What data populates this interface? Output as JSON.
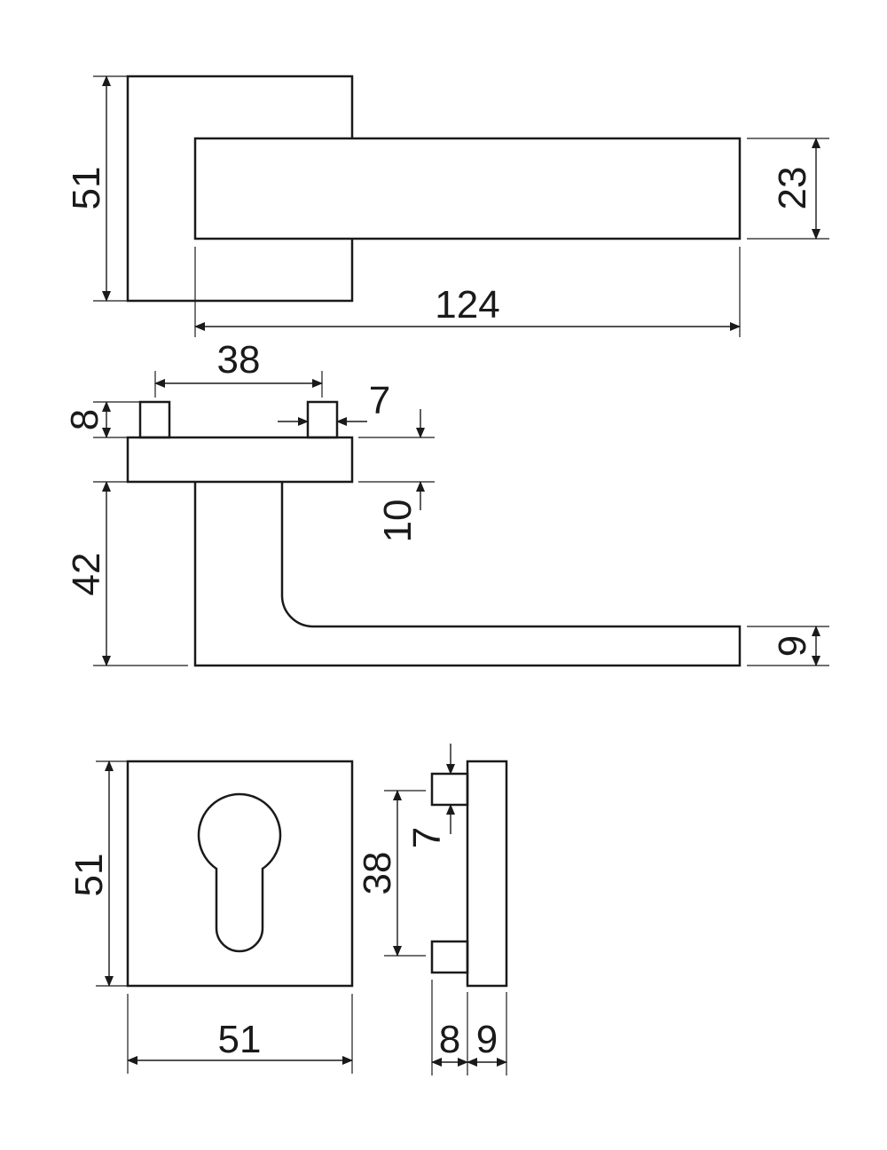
{
  "dimensions": {
    "top_view": {
      "rose_height": "51",
      "lever_height": "23",
      "lever_length": "124"
    },
    "side_view": {
      "pin_spacing": "38",
      "pin_width": "7",
      "pin_height": "8",
      "rose_thickness": "10",
      "lever_projection": "42",
      "lever_thickness": "9"
    },
    "escutcheon_front": {
      "height": "51",
      "width": "51"
    },
    "escutcheon_side": {
      "pin_spacing": "38",
      "pin_width": "7",
      "pin_height": "8",
      "plate_thickness": "9"
    }
  }
}
